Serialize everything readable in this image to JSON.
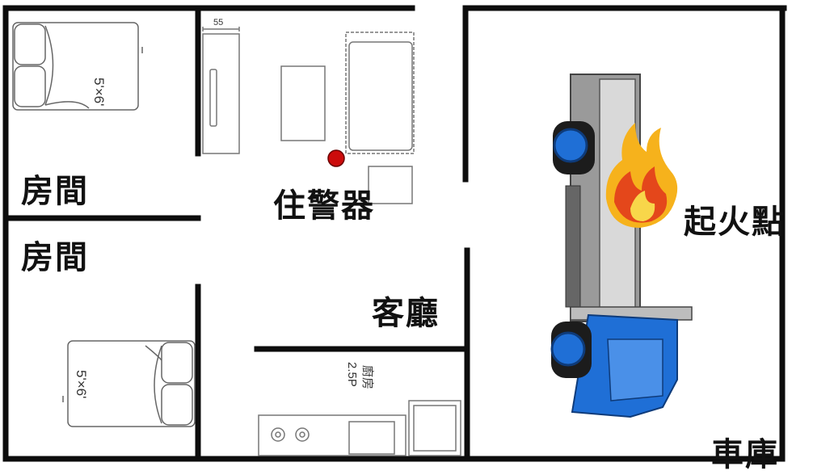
{
  "rooms": {
    "bedroom_top": "房間",
    "bedroom_bottom": "房間",
    "living_room": "客廳",
    "garage": "車庫",
    "kitchen": "廚房",
    "kitchen_size": "2.5P"
  },
  "markers": {
    "alarm": "住警器",
    "fire_origin": "起火點"
  },
  "furniture": {
    "bed_top_size": "5'×6'",
    "bed_bottom_size": "5'×6'",
    "shelf_mark": "55"
  },
  "colors": {
    "wall": "#0d0d0d",
    "alarm_dot": "#cc0b0b",
    "truck_cab": "#1f6fd6",
    "truck_body": "#8c8c8c",
    "fire_outer": "#f6b21c",
    "fire_inner": "#e4471b"
  }
}
